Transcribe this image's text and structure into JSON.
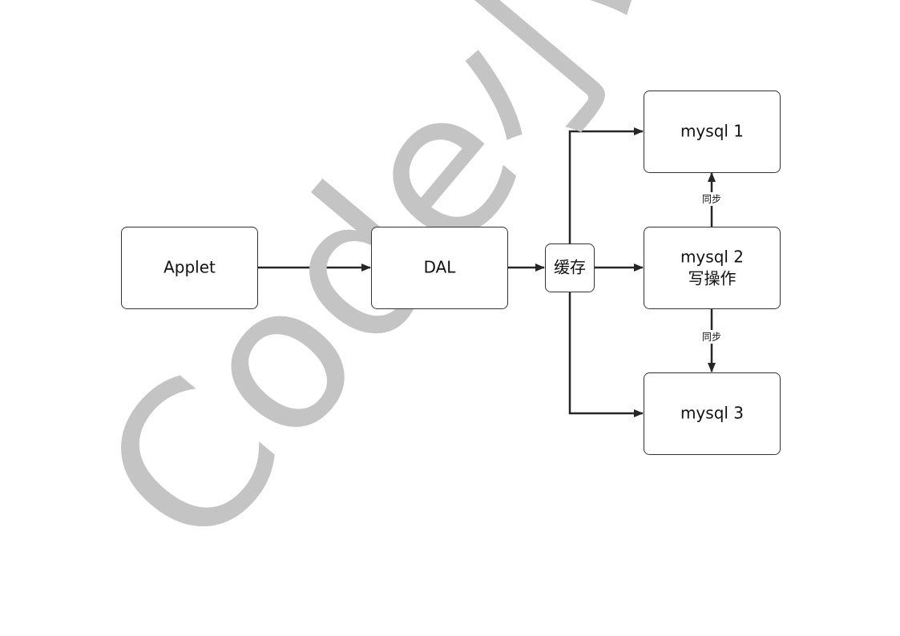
{
  "watermark": "Code小传",
  "nodes": {
    "applet": {
      "label": "Applet"
    },
    "dal": {
      "label": "DAL"
    },
    "cache": {
      "label": "缓存"
    },
    "mysql1": {
      "label": "mysql 1"
    },
    "mysql2": {
      "line1": "mysql 2",
      "line2": "写操作"
    },
    "mysql3": {
      "label": "mysql 3"
    }
  },
  "edges": {
    "sync_up_label": "同步",
    "sync_down_label": "同步"
  }
}
